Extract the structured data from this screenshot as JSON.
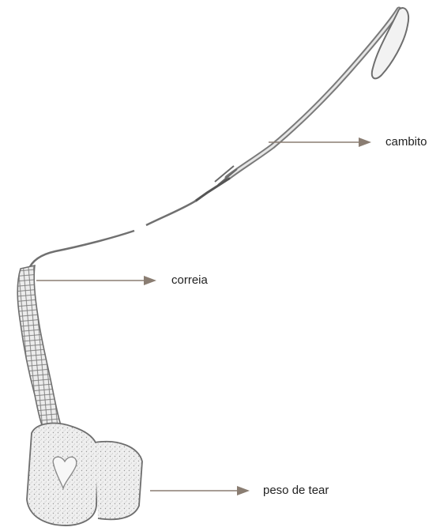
{
  "labels": {
    "cambito": "cambito",
    "correia": "correia",
    "peso_de_tear": "peso de tear"
  },
  "colors": {
    "arrow": "#8a7d72",
    "ink": "#6f6f6f",
    "label_text": "#222222",
    "background": "#ffffff"
  }
}
